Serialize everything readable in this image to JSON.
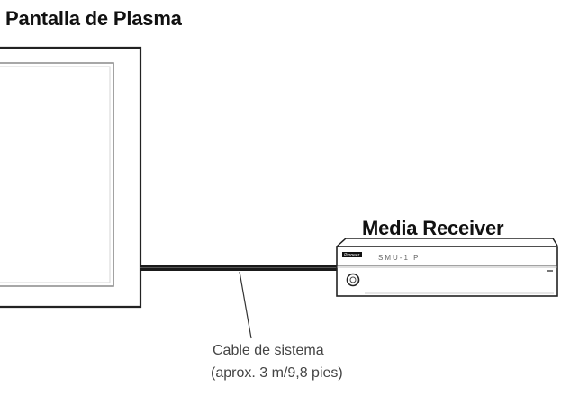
{
  "labels": {
    "plasma_display": "Pantalla de Plasma",
    "media_receiver": "Media Receiver",
    "cable_name": "Cable de sistema",
    "cable_length": "(aprox. 3 m/9,8 pies)",
    "receiver_brand": "Pioneer",
    "receiver_display": "SMU-1 P"
  }
}
